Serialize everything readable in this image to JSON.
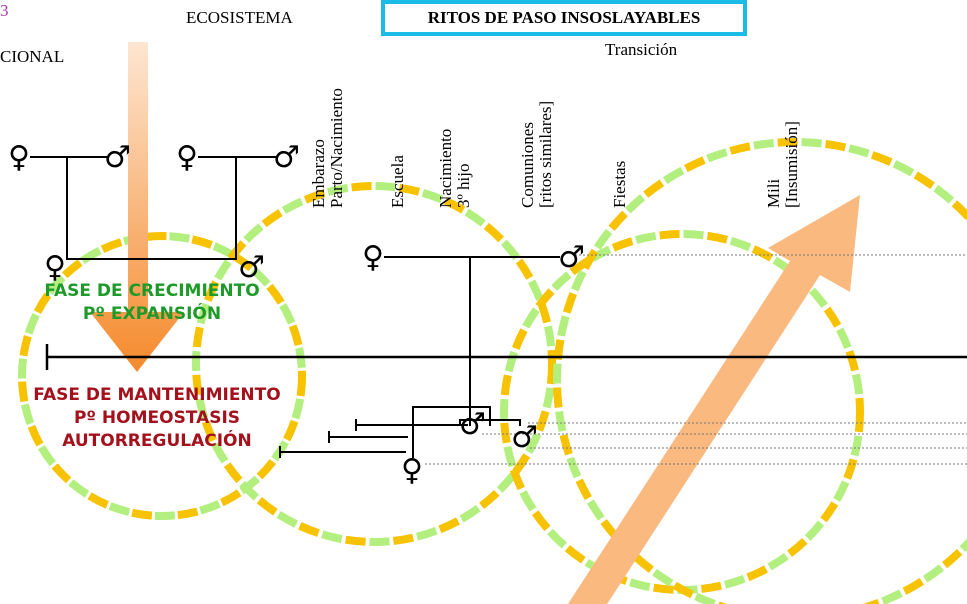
{
  "header": {
    "corner_number": "3",
    "left_label": "CIONAL",
    "ecosystem": "ECOSISTEMA",
    "title": "RITOS DE PASO INSOSLAYABLES",
    "transition": "Transición"
  },
  "rites": [
    [
      "Embarazo",
      "Parto/Nacimiento"
    ],
    [
      "Escuela"
    ],
    [
      "Nacimiento",
      "3º hijo"
    ],
    [
      "Comuniones",
      "[ritos similares]"
    ],
    [
      "Fiestas"
    ],
    [
      "Mili",
      "[Insumisión]"
    ]
  ],
  "phases": {
    "growth": {
      "line1": "FASE DE CRECIMIENTO",
      "line2": "Pº EXPANSIÓN",
      "color": "#1e9a2a"
    },
    "maintenance": {
      "line1": "FASE DE MANTENIMIENTO",
      "line2": "Pº HOMEOSTASIS",
      "line3": "AUTORREGULACIÓN",
      "color": "#a3111c"
    }
  },
  "symbols": {
    "female": "♀",
    "male": "♂"
  },
  "colors": {
    "title_border": "#1bbbe8",
    "dash_yellow": "#f7c200",
    "dash_green": "#b3ef7f",
    "arrow_orange": "#f9b97f",
    "arrow_down_top": "#fde6d2",
    "arrow_down_bottom": "#f58a2c"
  }
}
